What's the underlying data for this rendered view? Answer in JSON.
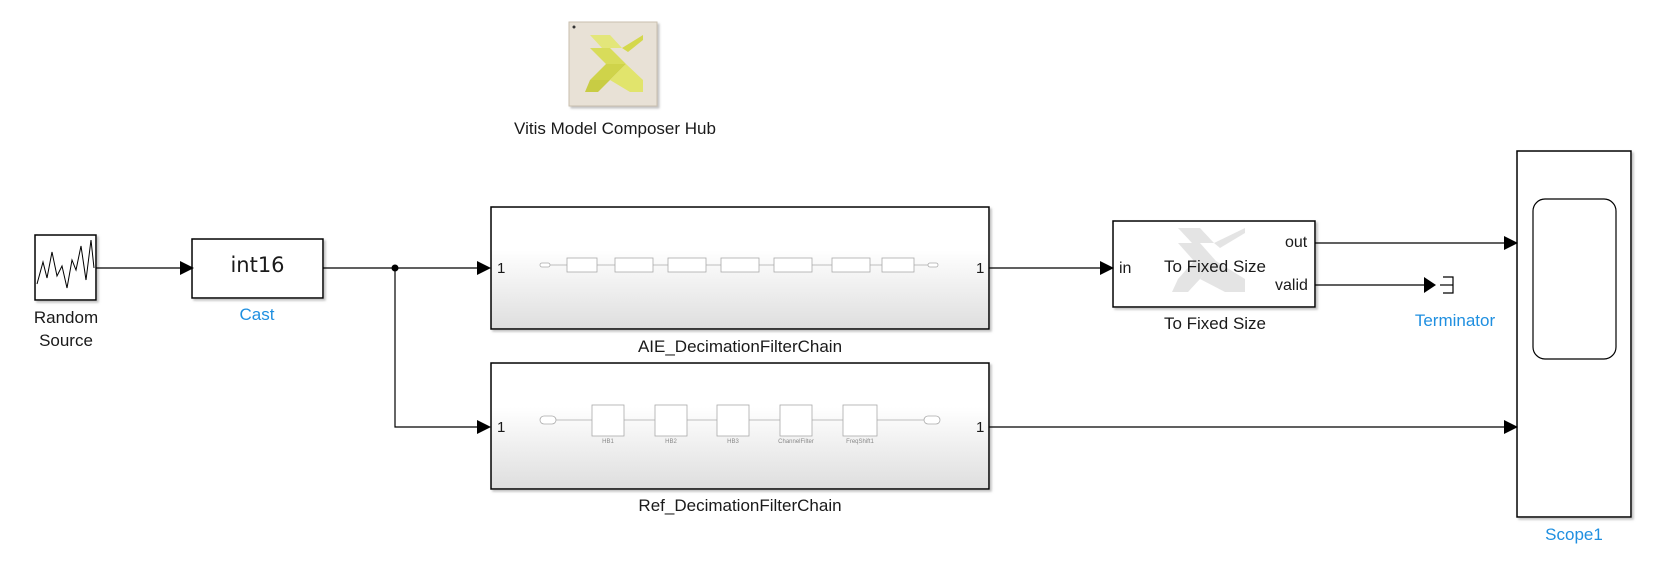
{
  "hub": {
    "label": "Vitis Model Composer Hub"
  },
  "blocks": {
    "random_source": {
      "label_line1": "Random",
      "label_line2": "Source"
    },
    "cast": {
      "text": "int16",
      "label": "Cast"
    },
    "aie_chain": {
      "label": "AIE_DecimationFilterChain",
      "in_port": "1",
      "out_port": "1"
    },
    "ref_chain": {
      "label": "Ref_DecimationFilterChain",
      "in_port": "1",
      "out_port": "1",
      "stages": [
        "HB1",
        "HB2",
        "HB3",
        "ChannelFilter",
        "FreqShift1"
      ]
    },
    "to_fixed_size": {
      "text": "To Fixed Size",
      "label": "To Fixed Size",
      "in_port": "in",
      "out_port": "out",
      "valid_port": "valid"
    },
    "terminator": {
      "label": "Terminator"
    },
    "scope": {
      "label": "Scope1"
    }
  },
  "colors": {
    "link": "#1f8fe0",
    "line": "#000000",
    "xilinx_logo": "#d8dc4a"
  }
}
